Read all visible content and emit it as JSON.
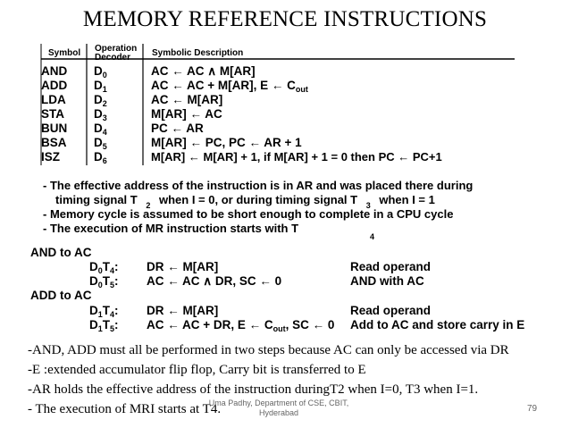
{
  "title": "MEMORY REFERENCE INSTRUCTIONS",
  "table": {
    "headers": {
      "symbol": "Symbol",
      "decoder_line1": "Operation",
      "decoder_line2": "Decoder",
      "description": "Symbolic Description"
    },
    "rows": [
      {
        "symbol": "AND",
        "decoder": "D",
        "sub": "0",
        "desc": "AC ← AC ∧ M[AR]"
      },
      {
        "symbol": "ADD",
        "decoder": "D",
        "sub": "1",
        "desc": "AC ← AC + M[AR], E ← C",
        "desc_sub": "out"
      },
      {
        "symbol": "LDA",
        "decoder": "D",
        "sub": "2",
        "desc": "AC ← M[AR]"
      },
      {
        "symbol": "STA",
        "decoder": "D",
        "sub": "3",
        "desc": "M[AR] ← AC"
      },
      {
        "symbol": "BUN",
        "decoder": "D",
        "sub": "4",
        "desc": "PC ← AR"
      },
      {
        "symbol": "BSA",
        "decoder": "D",
        "sub": "5",
        "desc": "M[AR] ← PC, PC ← AR + 1"
      },
      {
        "symbol": "ISZ",
        "decoder": "D",
        "sub": "6",
        "desc": "M[AR] ← M[AR] + 1, if M[AR] + 1 = 0 then PC ← PC+1"
      }
    ]
  },
  "bullets": {
    "b1_line1": "- The effective address of the instruction is in AR and was placed there during",
    "b1_line2_a": "timing signal T",
    "b1_line2_sub1": "2",
    "b1_line2_b": "when I = 0, or during timing signal T",
    "b1_line2_sub2": "3",
    "b1_line2_c": "when I = 1",
    "b2": "- Memory cycle is assumed to be short enough to complete in a CPU cycle",
    "b3": "- The execution of MR instruction starts with T",
    "b3_sub": "4"
  },
  "mri": {
    "and_heading": "AND to AC",
    "and_rows": [
      {
        "ctrl": "D",
        "ctrl_sub": "0",
        "t": "T",
        "t_sub": "4",
        "op": "DR ← M[AR]",
        "comment": "Read operand"
      },
      {
        "ctrl": "D",
        "ctrl_sub": "0",
        "t": "T",
        "t_sub": "5",
        "op": "AC ← AC ∧ DR, SC ← 0",
        "comment": "AND with AC"
      }
    ],
    "add_heading": "ADD to AC",
    "add_rows": [
      {
        "ctrl": "D",
        "ctrl_sub": "1",
        "t": "T",
        "t_sub": "4",
        "op": "DR ← M[AR]",
        "comment": "Read operand"
      },
      {
        "ctrl": "D",
        "ctrl_sub": "1",
        "t": "T",
        "t_sub": "5",
        "op_a": "AC ← AC + DR, E ← C",
        "op_sub": "out",
        "op_b": ", SC ← 0",
        "comment": "Add to AC and store carry in E"
      }
    ]
  },
  "notes": [
    "-AND, ADD must all be performed in two steps because AC can only be accessed via DR",
    "-E :extended accumulator flip flop, Carry bit is transferred to E",
    "-AR holds the effective address of the instruction duringT2 when I=0, T3 when I=1.",
    "- The execution of MRI starts at T4."
  ],
  "credit_line1": "Uma Padhy, Department of CSE, CBIT,",
  "credit_line2": "Hyderabad",
  "page_number": "79"
}
